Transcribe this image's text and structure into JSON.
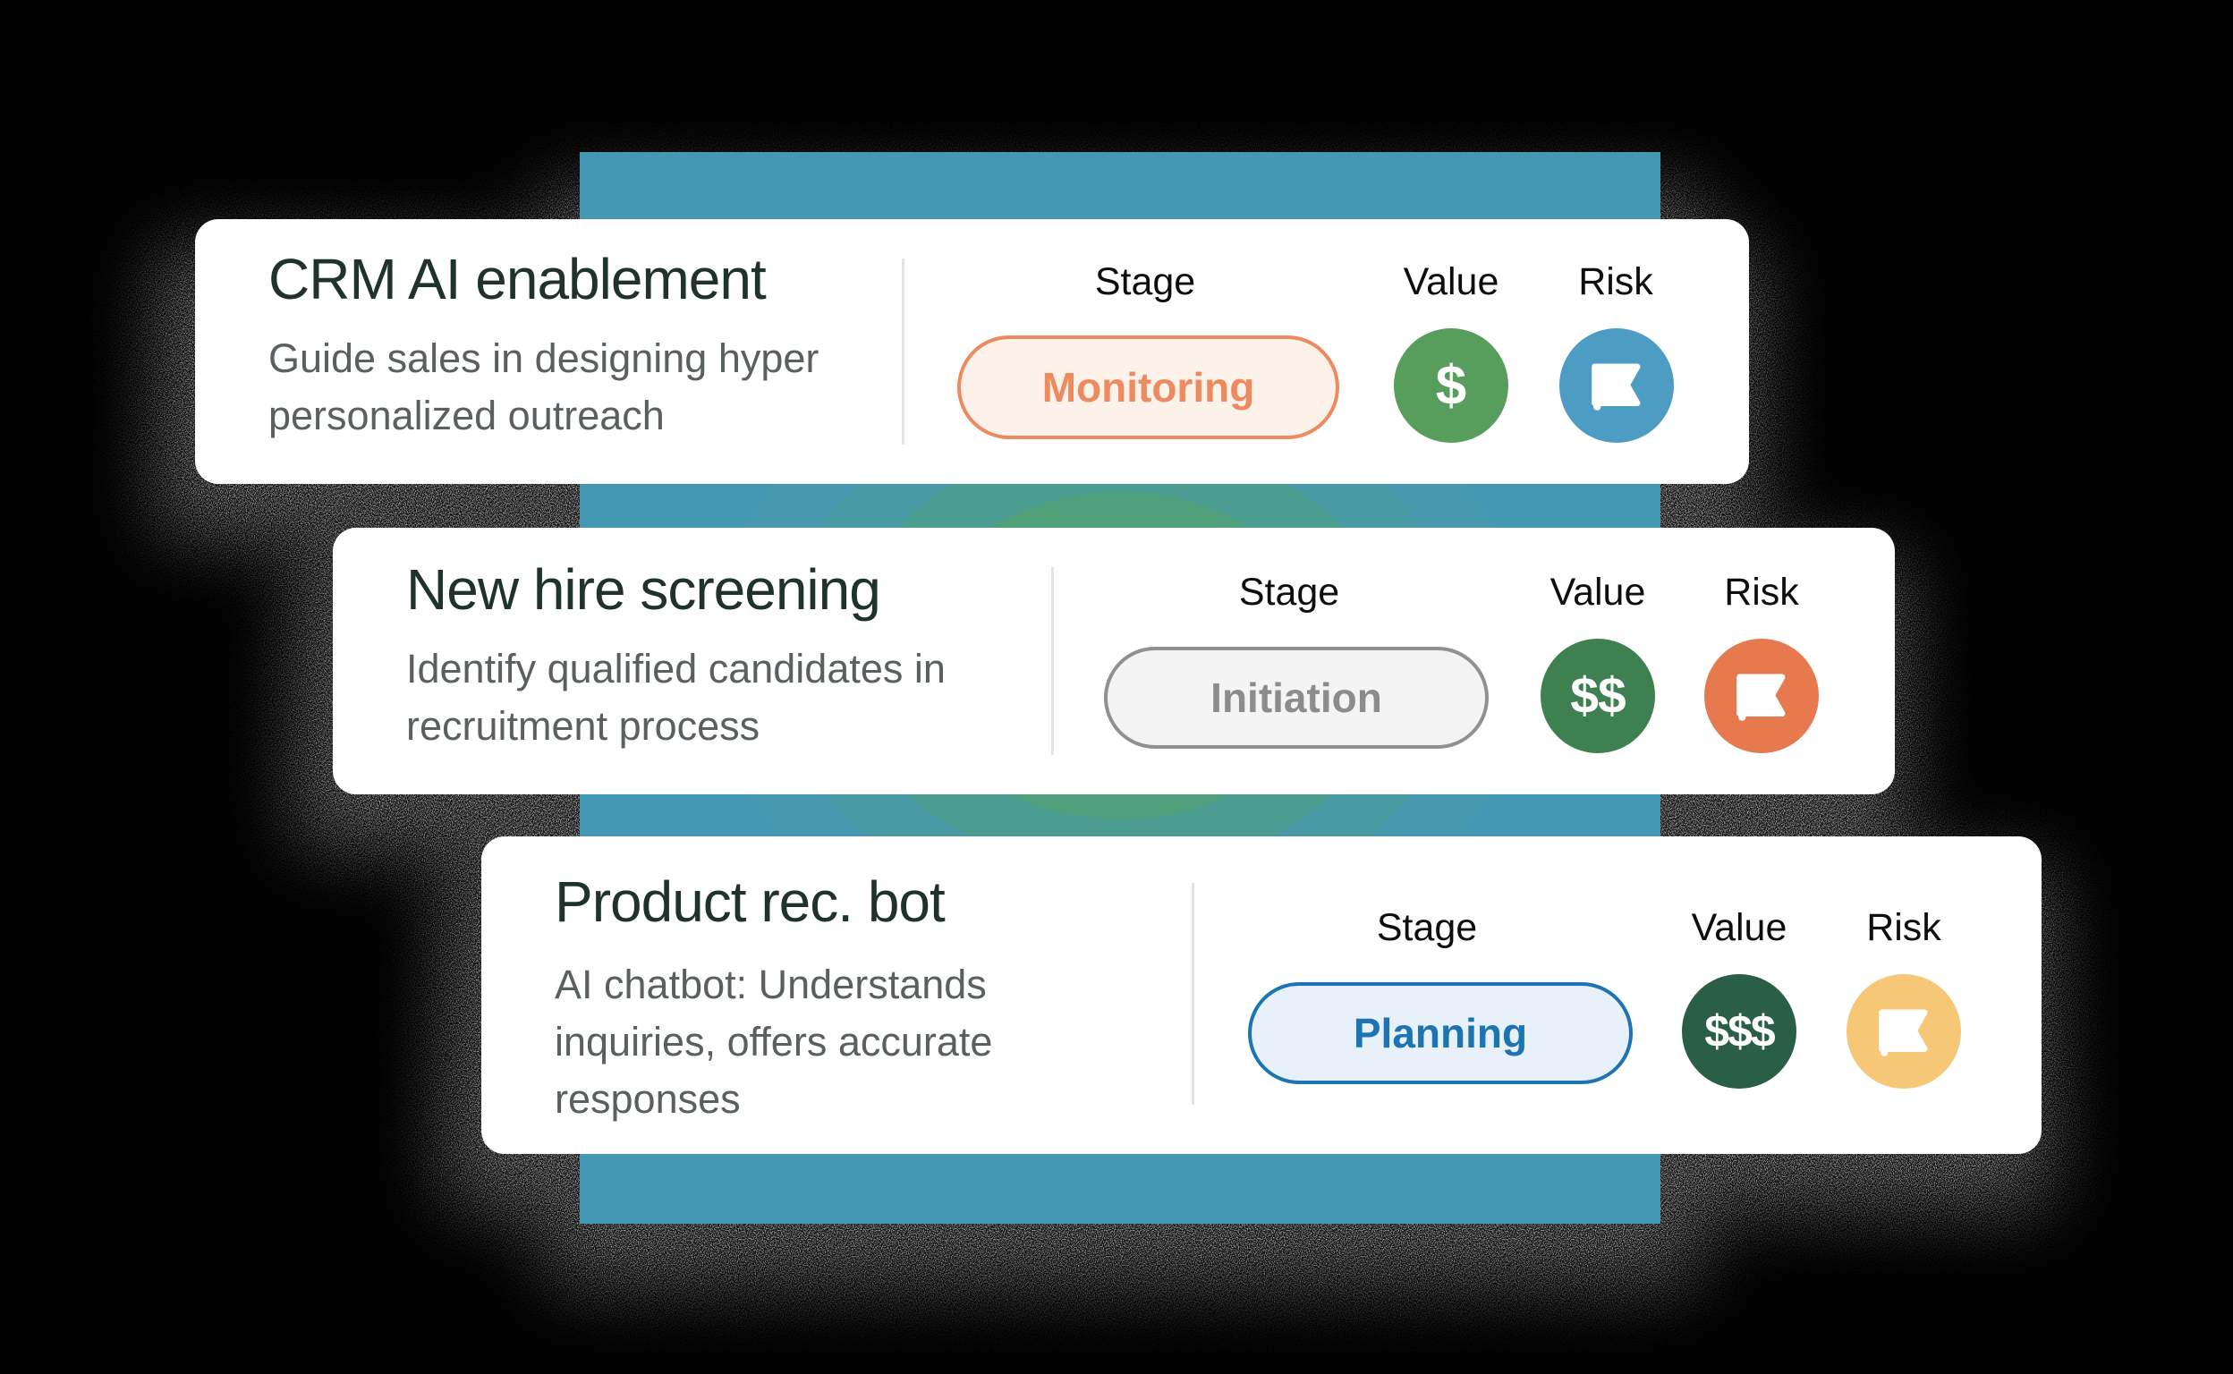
{
  "background_color": "#000000",
  "band": {
    "base_color": "#4598b3",
    "center_color": "#55a46b",
    "mid_colors": [
      "#50a07c",
      "#4b9d92",
      "#489ba4",
      "#4699ae"
    ]
  },
  "cards": [
    {
      "title": "CRM AI enablement",
      "description_lines": [
        "Guide sales in designing hyper",
        "personalized outreach"
      ],
      "stage_header": "Stage",
      "value_header": "Value",
      "risk_header": "Risk",
      "stage": {
        "label": "Monitoring",
        "text_color": "#ed8a5f",
        "border_color": "#ed8a5f",
        "bg_color": "#fdf2e9"
      },
      "value": {
        "symbol": "$",
        "bg_color": "#579e5c"
      },
      "risk": {
        "icon": "flag-icon",
        "bg_color": "#4d9cc3"
      }
    },
    {
      "title": "New hire screening",
      "description_lines": [
        "Identify qualified candidates in",
        "recruitment process"
      ],
      "stage_header": "Stage",
      "value_header": "Value",
      "risk_header": "Risk",
      "stage": {
        "label": "Initiation",
        "text_color": "#8b8d8c",
        "border_color": "#8f9090",
        "bg_color": "#f4f4f4"
      },
      "value": {
        "symbol": "$$",
        "bg_color": "#3e8050"
      },
      "risk": {
        "icon": "flag-icon",
        "bg_color": "#e7794f"
      }
    },
    {
      "title": "Product rec. bot",
      "description_lines": [
        "AI chatbot: Understands",
        "inquiries, offers accurate",
        "responses"
      ],
      "stage_header": "Stage",
      "value_header": "Value",
      "risk_header": "Risk",
      "stage": {
        "label": "Planning",
        "text_color": "#1d74b2",
        "border_color": "#1d74b2",
        "bg_color": "#e8f0f9"
      },
      "value": {
        "symbol": "$$$",
        "bg_color": "#2b5e47"
      },
      "risk": {
        "icon": "flag-icon",
        "bg_color": "#f7c778"
      }
    }
  ]
}
